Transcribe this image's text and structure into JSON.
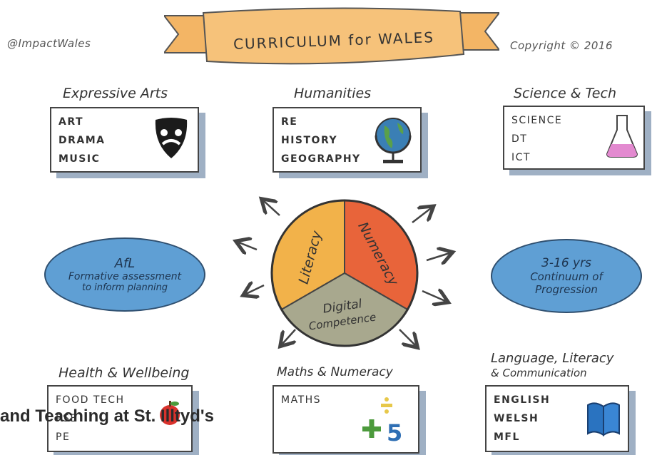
{
  "banner": {
    "title": "CURRICULUM for WALES"
  },
  "corner_left": "@ImpactWales",
  "corner_right": "Copyright © 2016",
  "areas": {
    "expressive": {
      "title": "Expressive Arts",
      "items": [
        "ART",
        "DRAMA",
        "MUSIC"
      ],
      "icon": "theatre-masks-icon"
    },
    "humanities": {
      "title": "Humanities",
      "items": [
        "RE",
        "HISTORY",
        "GEOGRAPHY"
      ],
      "icon": "globe-icon"
    },
    "science": {
      "title": "Science & Tech",
      "items": [
        "SCIENCE",
        "DT",
        "ICT"
      ],
      "icon": "flask-icon"
    },
    "health": {
      "title": "Health & Wellbeing",
      "items": [
        "FOOD TECH",
        "PSE",
        "PE"
      ],
      "icon": "apple-icon"
    },
    "maths": {
      "title": "Maths & Numeracy",
      "items": [
        "MATHS"
      ],
      "icon": "math-symbols-icon"
    },
    "language": {
      "title_line1": "Language, Literacy",
      "title_line2": "& Communication",
      "items": [
        "ENGLISH",
        "WELSH",
        "MFL"
      ],
      "icon": "book-icon"
    }
  },
  "ovals": {
    "left": {
      "line1": "AfL",
      "line2": "Formative assessment",
      "line3": "to inform planning"
    },
    "right": {
      "line1": "3-16 yrs",
      "line2": "Continuum of",
      "line3": "Progression"
    }
  },
  "wheel": {
    "literacy": "Literacy",
    "numeracy": "Numeracy",
    "digital_line1": "Digital",
    "digital_line2": "Competence"
  },
  "overlay_text": "and Teaching at St. Illtyd's",
  "colors": {
    "literacy": "#f2b24a",
    "numeracy": "#e8643a",
    "digital": "#a8a88e",
    "oval": "#5f9fd4",
    "banner": "#f6c27a"
  }
}
